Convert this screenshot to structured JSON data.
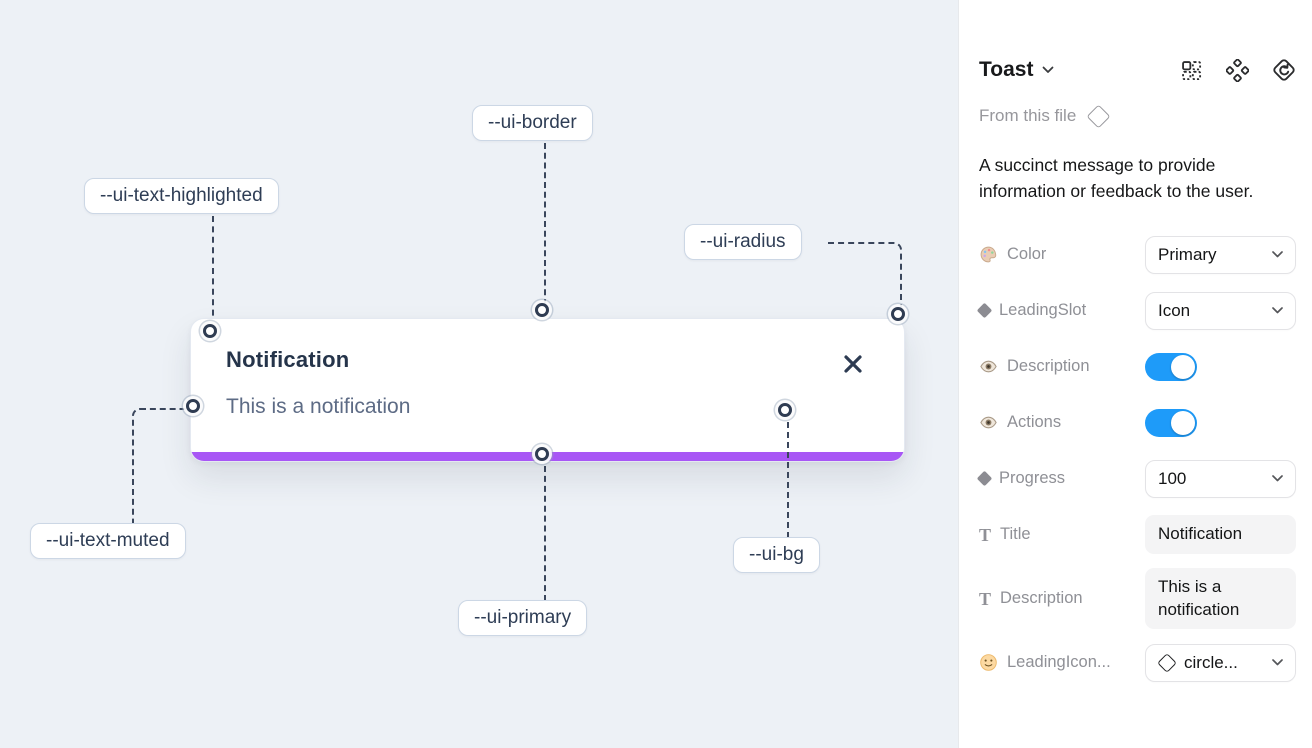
{
  "canvas": {
    "toast": {
      "title": "Notification",
      "description": "This is a notification"
    },
    "labels": [
      {
        "id": "ui-border",
        "text": "--ui-border"
      },
      {
        "id": "ui-text-highlighted",
        "text": "--ui-text-highlighted"
      },
      {
        "id": "ui-radius",
        "text": "--ui-radius"
      },
      {
        "id": "ui-text-muted",
        "text": "--ui-text-muted"
      },
      {
        "id": "ui-primary",
        "text": "--ui-primary"
      },
      {
        "id": "ui-bg",
        "text": "--ui-bg"
      }
    ],
    "colors": {
      "canvas_bg": "#edf1f6",
      "toast_bg": "#ffffff",
      "progress_bar": "#a857f5",
      "title_text": "#25344a",
      "muted_text": "#5d6b85",
      "connector": "#3a465c"
    }
  },
  "panel": {
    "title": "Toast",
    "source_label": "From this file",
    "description": "A succinct message to provide information or feedback to the user.",
    "text_icon_glyph": "T",
    "icons": [
      "component-grid-icon",
      "variants-icon",
      "swap-instance-icon"
    ],
    "properties": [
      {
        "label": "Color",
        "icon": "palette-icon",
        "control": "select",
        "value": "Primary"
      },
      {
        "label": "LeadingSlot",
        "icon": "diamond-icon",
        "control": "select",
        "value": "Icon"
      },
      {
        "label": "Description",
        "icon": "eye-icon",
        "control": "toggle",
        "value": "on"
      },
      {
        "label": "Actions",
        "icon": "eye-icon",
        "control": "toggle",
        "value": "on"
      },
      {
        "label": "Progress",
        "icon": "diamond-icon",
        "control": "select",
        "value": "100"
      },
      {
        "label": "Title",
        "icon": "text-icon",
        "control": "text",
        "value": "Notification"
      },
      {
        "label": "Description",
        "icon": "text-icon",
        "control": "text",
        "value": "This is a notification"
      },
      {
        "label": "LeadingIcon...",
        "icon": "smiley-icon",
        "control": "select-diamond",
        "value": "circle..."
      }
    ],
    "colors": {
      "toggle_on": "#1e9bf9",
      "field_bg": "#f4f4f5"
    }
  }
}
